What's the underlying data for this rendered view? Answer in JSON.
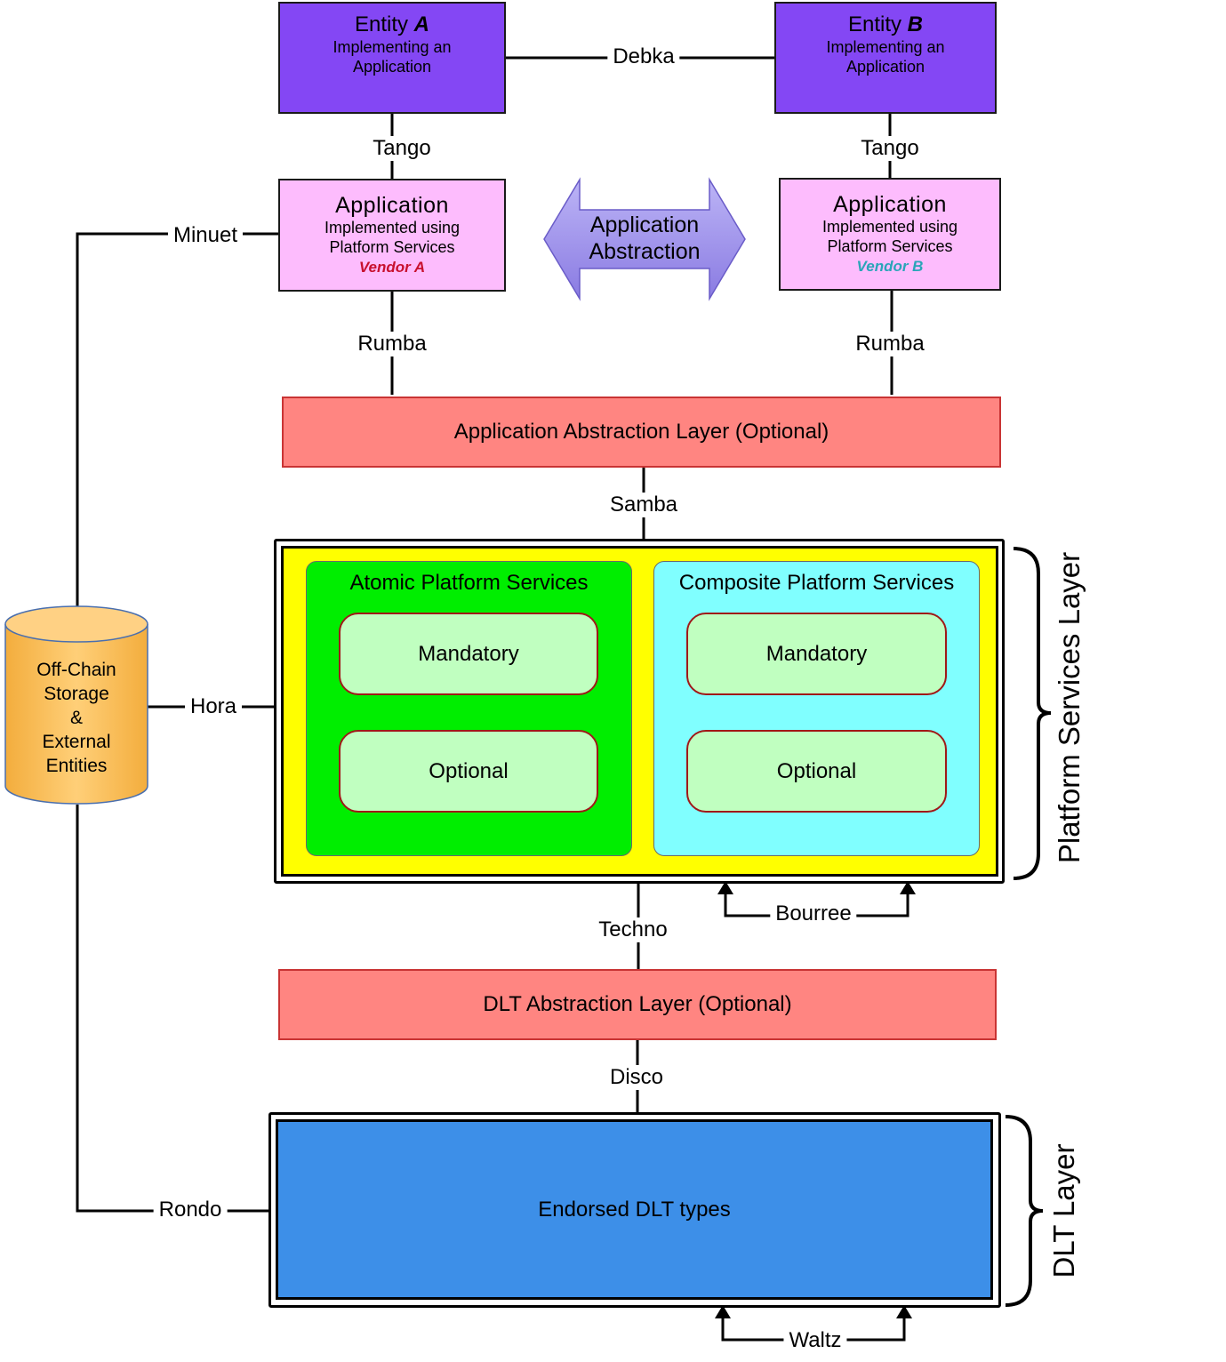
{
  "entity_a": {
    "label": "Entity ",
    "letter": "A",
    "line1": "Implementing an",
    "line2": "Application"
  },
  "entity_b": {
    "label": "Entity ",
    "letter": "B",
    "line1": "Implementing an",
    "line2": "Application"
  },
  "app_a": {
    "title": "Application",
    "line1": "Implemented using",
    "line2": "Platform Services",
    "vendor": "Vendor A",
    "vendor_color": "#c8102e"
  },
  "app_b": {
    "title": "Application",
    "line1": "Implemented using",
    "line2": "Platform Services",
    "vendor": "Vendor B",
    "vendor_color": "#2aa5b8"
  },
  "abstraction_arrow": {
    "line1": "Application",
    "line2": "Abstraction"
  },
  "app_abstraction_layer": "Application Abstraction Layer (Optional)",
  "platform": {
    "atomic": {
      "title": "Atomic Platform Services",
      "mandatory": "Mandatory",
      "optional": "Optional"
    },
    "composite": {
      "title": "Composite Platform Services",
      "mandatory": "Mandatory",
      "optional": "Optional"
    },
    "brace_label": "Platform Services Layer"
  },
  "dlt_abstraction_layer": "DLT Abstraction Layer (Optional)",
  "dlt": {
    "label": "Endorsed DLT types",
    "brace_label": "DLT Layer"
  },
  "storage": {
    "line1": "Off-Chain",
    "line2": "Storage",
    "line3": "&",
    "line4": "External",
    "line5": "Entities"
  },
  "connections": {
    "debka": "Debka",
    "tango_a": "Tango",
    "tango_b": "Tango",
    "minuet": "Minuet",
    "rumba_a": "Rumba",
    "rumba_b": "Rumba",
    "samba": "Samba",
    "hora": "Hora",
    "techno": "Techno",
    "bourree": "Bourree",
    "disco": "Disco",
    "rondo": "Rondo",
    "waltz": "Waltz"
  },
  "colors": {
    "entity": "#8447f4",
    "application": "#fdbcfd",
    "abstraction_band": "#ff8581",
    "platform_background": "#ffff00",
    "atomic": "#00ee00",
    "composite": "#80ffff",
    "service_pill": "#c0ffc0",
    "dlt": "#3d8fe8",
    "storage": "#ffc45a",
    "abstraction_arrow": "#9f94ec"
  }
}
